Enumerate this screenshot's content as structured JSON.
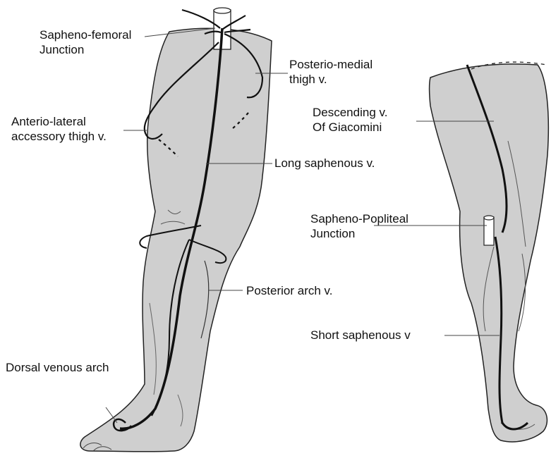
{
  "labels": {
    "saph_femoral_1": "Sapheno-femoral",
    "saph_femoral_2": "Junction",
    "post_medial_1": "Posterio-medial",
    "post_medial_2": "thigh v.",
    "ant_lateral_1": "Anterio-lateral",
    "ant_lateral_2": "accessory thigh v.",
    "long_saphenous": "Long saphenous v.",
    "posterior_arch": "Posterior arch v.",
    "dorsal_arch": "Dorsal venous arch",
    "descending_1": "Descending v.",
    "descending_2": "Of Giacomini",
    "saph_popliteal_1": "Sapheno-Popliteal",
    "saph_popliteal_2": "Junction",
    "short_saphenous": "Short saphenous v"
  },
  "colors": {
    "leg_fill": "#cfcfcf",
    "outline": "#222222",
    "vein": "#111111",
    "leader": "#444444"
  }
}
